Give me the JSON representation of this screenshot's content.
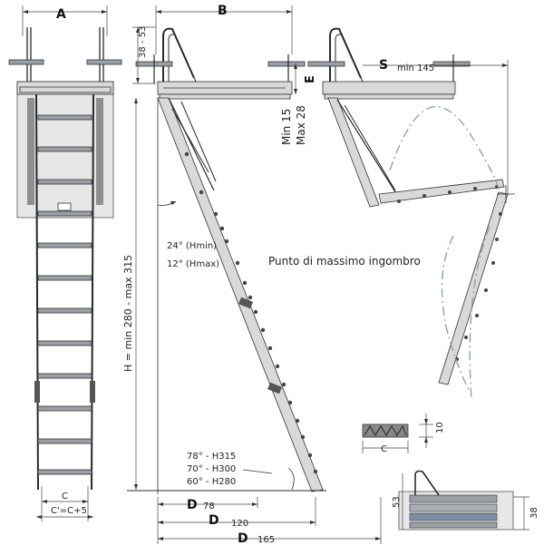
{
  "labels": {
    "A": "A",
    "B": "B",
    "S": "S",
    "E": "E",
    "D1": "D",
    "D2": "D",
    "D3": "D",
    "C1": "C",
    "C_formula": "C'=C+5",
    "C_small": "C"
  },
  "dimensions": {
    "d78": "78",
    "d120": "120",
    "d165": "165",
    "h38_53": "38 - 53",
    "min15": "Min 15",
    "max28": "Max 28",
    "min145": "min 145",
    "h_range": "H = min 280 - max 315",
    "ten": "10",
    "fifty3": "53",
    "thirty8": "38"
  },
  "angles": {
    "a24": "24° (Hmin)",
    "a12": "12° (Hmax)",
    "a78": "78° - H315",
    "a70": "70° - H300",
    "a60": "60° - H280"
  },
  "notes": {
    "punto": "Punto di massimo ingombro"
  }
}
